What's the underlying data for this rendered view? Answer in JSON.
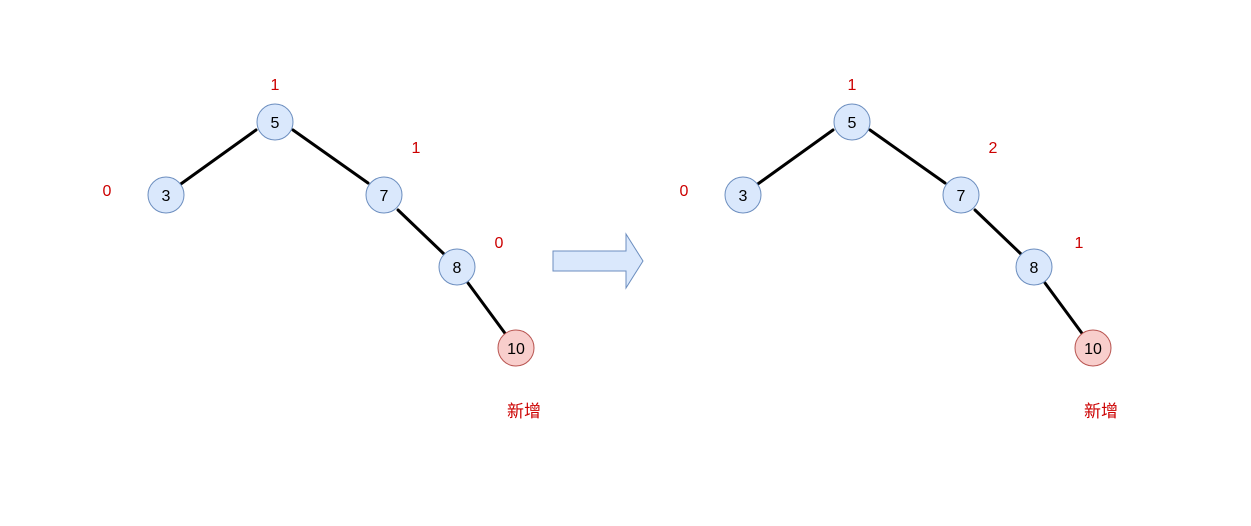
{
  "colors": {
    "node_fill": "#dae8fc",
    "node_stroke": "#6c8ebf",
    "new_node_fill": "#f8cecc",
    "new_node_stroke": "#b85450",
    "balance_factor_text": "#cc0000",
    "edge": "#000000"
  },
  "before": {
    "nodes": [
      {
        "id": "5",
        "label": "5",
        "balance_factor": "1",
        "is_new": false
      },
      {
        "id": "3",
        "label": "3",
        "balance_factor": "0",
        "is_new": false
      },
      {
        "id": "7",
        "label": "7",
        "balance_factor": "1",
        "is_new": false
      },
      {
        "id": "8",
        "label": "8",
        "balance_factor": "0",
        "is_new": false
      },
      {
        "id": "10",
        "label": "10",
        "balance_factor": "",
        "is_new": true
      }
    ],
    "edges": [
      [
        "5",
        "3"
      ],
      [
        "5",
        "7"
      ],
      [
        "7",
        "8"
      ],
      [
        "8",
        "10"
      ]
    ],
    "new_label": "新增"
  },
  "after": {
    "nodes": [
      {
        "id": "5",
        "label": "5",
        "balance_factor": "1",
        "is_new": false
      },
      {
        "id": "3",
        "label": "3",
        "balance_factor": "0",
        "is_new": false
      },
      {
        "id": "7",
        "label": "7",
        "balance_factor": "2",
        "is_new": false
      },
      {
        "id": "8",
        "label": "8",
        "balance_factor": "1",
        "is_new": false
      },
      {
        "id": "10",
        "label": "10",
        "balance_factor": "",
        "is_new": true
      }
    ],
    "edges": [
      [
        "5",
        "3"
      ],
      [
        "5",
        "7"
      ],
      [
        "7",
        "8"
      ],
      [
        "8",
        "10"
      ]
    ],
    "new_label": "新增"
  },
  "transition": {
    "icon": "right-arrow-icon"
  }
}
